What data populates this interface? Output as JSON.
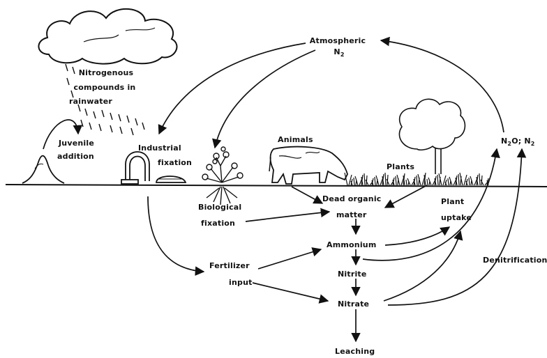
{
  "labels": {
    "atmospheric": "Atmospheric",
    "n2": "N",
    "n2_sub": "2",
    "rain_1": "Nitrogenous",
    "rain_2": "compounds  in",
    "rain_3": "rainwater",
    "juvenile_1": "Juvenile",
    "juvenile_2": "addition",
    "industrial_1": "Industrial",
    "industrial_2": "fixation",
    "animals": "Animals",
    "plants_top": "Plants",
    "n2o_prefix": "N",
    "n2o_sub1": "2",
    "n2o_mid": "O; N",
    "n2o_sub2": "2",
    "dead_organic": "Dead  organic",
    "matter": "matter",
    "plant_1": "Plant",
    "plant_2": "uptake",
    "bio_1": "Biological",
    "bio_2": "fixation",
    "ammonium": "Ammonium",
    "fert_1": "Fertilizer",
    "fert_2": "input",
    "nitrite": "Nitrite",
    "nitrate": "Nitrate",
    "denitrification": "Denitrification",
    "leaching": "Leaching"
  }
}
